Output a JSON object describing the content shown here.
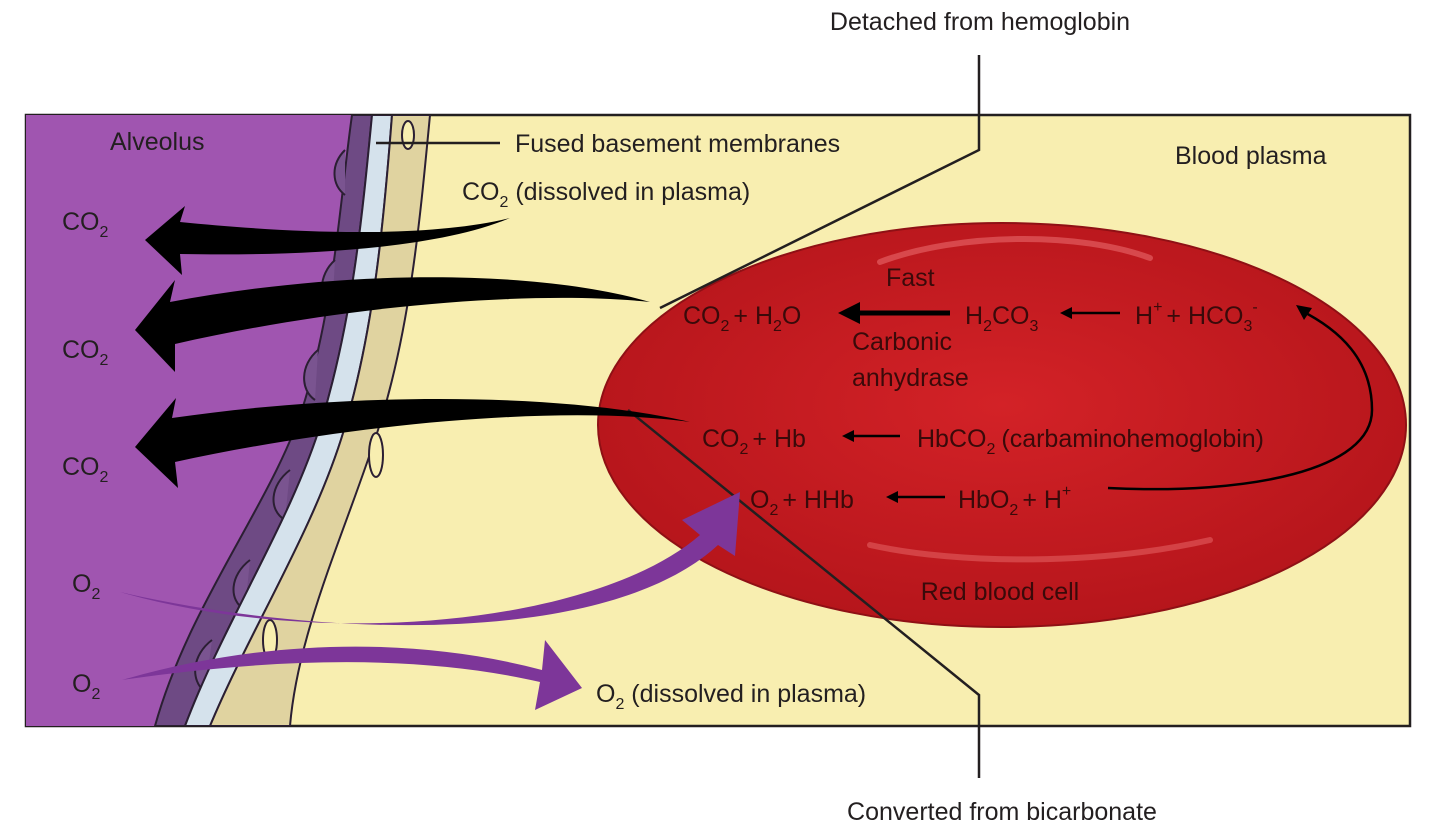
{
  "colors": {
    "plasma": "#f8eeb0",
    "alveolus": "#a055b0",
    "alveolar_wall": "#6e4a84",
    "basement_membrane": "#d5e2ec",
    "endothelium": "#e0d3a0",
    "red_blood_cell": "#c4161c",
    "co2_arrow": "#000000",
    "o2_arrow": "#7d3699"
  },
  "labels": {
    "detached": "Detached from hemoglobin",
    "converted": "Converted from bicarbonate",
    "alveolus": "Alveolus",
    "fused": "Fused basement membranes",
    "blood_plasma": "Blood plasma",
    "co2_dissolved_suffix": " (dissolved in plasma)",
    "o2_dissolved_suffix": " (dissolved in plasma)",
    "red_blood_cell": "Red blood cell",
    "fast": "Fast",
    "carbonic": "Carbonic",
    "anhydrase": "anhydrase",
    "carbamino": "(carbaminohemoglobin)",
    "co2": "CO",
    "o2": "O",
    "sub2": "2",
    "sub3": "3",
    "plus": "+",
    "minus": "-",
    "h2o_h": "+ H",
    "h2o_o": "O",
    "h2co3_h": "H",
    "h2co3_co": "CO",
    "h_plus": "H",
    "hco3": "+ HCO",
    "hb": "+ Hb",
    "hbco2": "HbCO",
    "hhb": "+ HHb",
    "hbo2": "HbO",
    "hbo2_h": "+ H"
  }
}
